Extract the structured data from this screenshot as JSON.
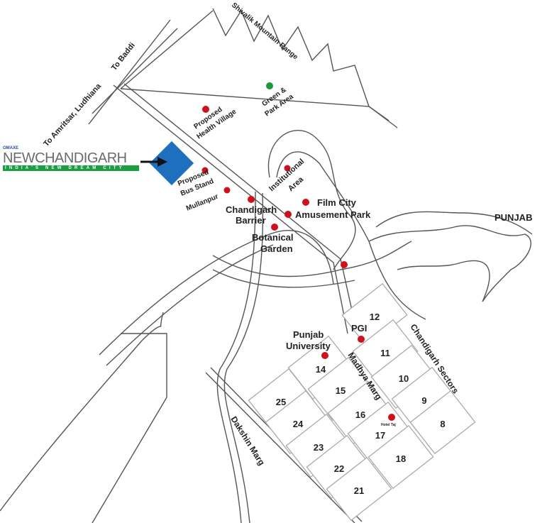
{
  "logo": {
    "brand": "OMAXE",
    "name_new": "NEW",
    "name_city": "CHANDIGARH",
    "tagline": "INDIA'S NEW DREAM CITY"
  },
  "colors": {
    "poi": "#d0101c",
    "green_poi": "#1a9a3a",
    "project": "#1e6fbe",
    "logo_green": "#1aa040",
    "logo_grey": "#6b6b6b"
  },
  "roads": {
    "to_amritsar": "To Amritsar, Ludhiana",
    "to_baddi": "To Baddi",
    "shivalik": "Shivalik Mountain Range",
    "madhya_marg": "Madhya Marg",
    "dakshin_marg": "Dakshin Marg",
    "chandigarh_sectors": "Chandigarh Sectors"
  },
  "places": {
    "health_village": "Proposed Health Village",
    "health_village_l1": "Proposed",
    "health_village_l2": "Health Village",
    "green_park_l1": "Green &",
    "green_park_l2": "Park Area",
    "bus_stand_l1": "Proposed",
    "bus_stand_l2": "Bus Stand",
    "mullanpur": "Mullanpur",
    "institutional_l1": "Institutional",
    "institutional_l2": "Area",
    "chandigarh_barrier_l1": "Chandigarh",
    "chandigarh_barrier_l2": "Barrier",
    "film_city": "Film City",
    "amusement_park": "Amusement Park",
    "botanical_l1": "Botanical",
    "botanical_l2": "Garden",
    "punjab": "PUNJAB",
    "pgi": "PGI",
    "punjab_univ_l1": "Punjab",
    "punjab_univ_l2": "University",
    "hotel_taj": "Hotel Taj"
  },
  "sectors": [
    "12",
    "11",
    "10",
    "9",
    "8",
    "14",
    "15",
    "16",
    "17",
    "18",
    "25",
    "24",
    "23",
    "22",
    "21"
  ]
}
